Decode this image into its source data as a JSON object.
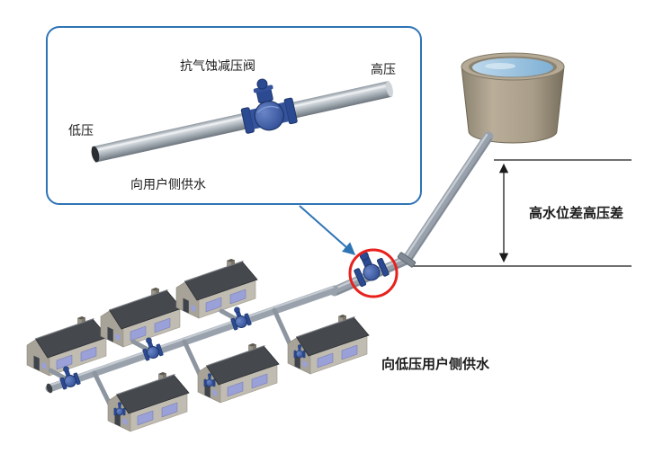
{
  "callout": {
    "valve_label": "抗气蚀减压阀",
    "high_pressure_label": "高压",
    "low_pressure_label": "低压",
    "supply_to_user_label": "向用户侧供水"
  },
  "scene": {
    "height_diff_label": "高水位差高压差",
    "low_pressure_supply_label": "向低压用户侧供水"
  },
  "colors": {
    "callout_border": "#2e74b5",
    "leader_arrow": "#2e74b5",
    "highlight_circle": "#e8211d",
    "valve_body": "#2b4a92",
    "pipe": "#99a2ac",
    "tank_body": "#a99e8a",
    "water": "#8fb9da",
    "house_wall": "#b5b1a6",
    "house_roof": "#45484d",
    "house_window": "#9aa0d8"
  }
}
